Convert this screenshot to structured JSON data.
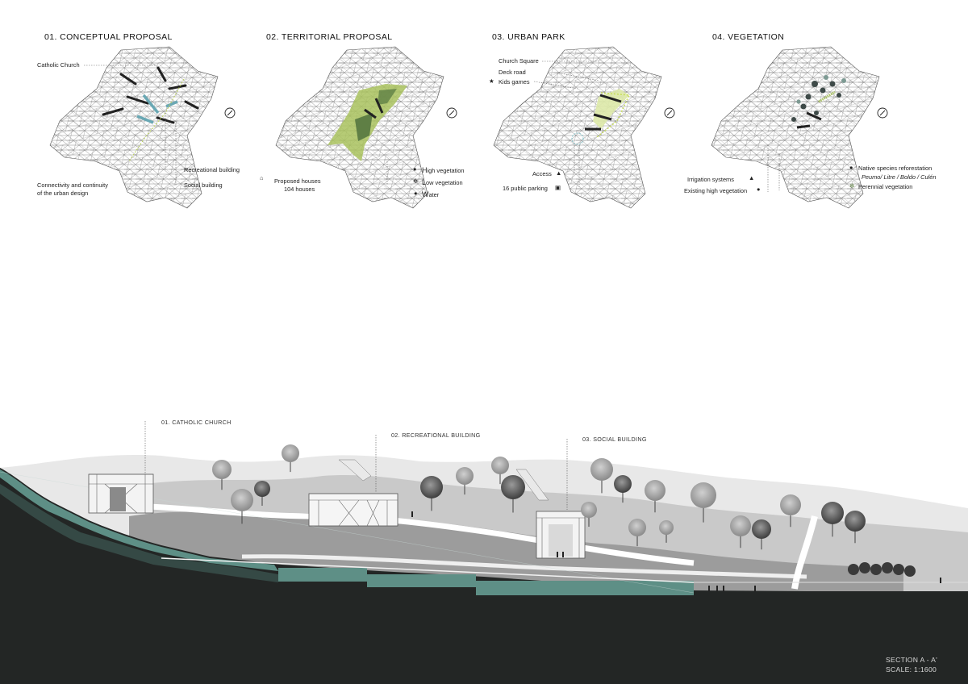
{
  "panels": [
    {
      "title": "01. CONCEPTUAL PROPOSAL",
      "labels": {
        "catholic_church": "Catholic Church",
        "recreational_building": "Recreational building",
        "social_building": "Social building",
        "connectivity_line1": "Connectivity and continuity",
        "connectivity_line2": "of the urban design"
      }
    },
    {
      "title": "02. TERRITORIAL PROPOSAL",
      "labels": {
        "proposed_houses": "Proposed houses",
        "houses_count": "104 houses",
        "high_veg_cap": "H",
        "high_veg_rest": "igh vegetation",
        "low_veg_cap": "L",
        "low_veg_rest": "ow vegetation",
        "water_cap": "W",
        "water_rest": "ater"
      }
    },
    {
      "title": "03. URBAN PARK",
      "labels": {
        "church_square": "Church Square",
        "deck_road": "Deck road",
        "kids_games": "Kids games",
        "access": "Access",
        "public_parking": "16 public parking"
      }
    },
    {
      "title": "04. VEGETATION",
      "labels": {
        "irrigation": "Irrigation systems",
        "existing_high_veg": "Existing high vegetation",
        "native_species": "Native species reforestation",
        "species_list": "Peumo/ Litre / Boldo / Culén",
        "perennial": "Perennial vegetation"
      }
    }
  ],
  "section": {
    "labels": {
      "church": "01. CATHOLIC CHURCH",
      "recreational": "02. RECREATIONAL BUILDING",
      "social": "03. SOCIAL BUILDING"
    },
    "footer": {
      "title": "SECTION A - A'",
      "scale": "SCALE: 1:1600"
    }
  },
  "colors": {
    "ground_dark": "#232625",
    "water_teal": "#5e8f86",
    "veg_green": "#a9c25e",
    "veg_dark_green": "#5f7f45",
    "light_blue": "#9fc8d0",
    "hill_grey": "#bdbdbd"
  },
  "icons": [
    "house-icon",
    "tree-icon",
    "shrub-icon",
    "water-drop-icon",
    "child-icon",
    "access-icon",
    "car-icon",
    "irrigation-icon",
    "compass-icon",
    "person-icon"
  ]
}
